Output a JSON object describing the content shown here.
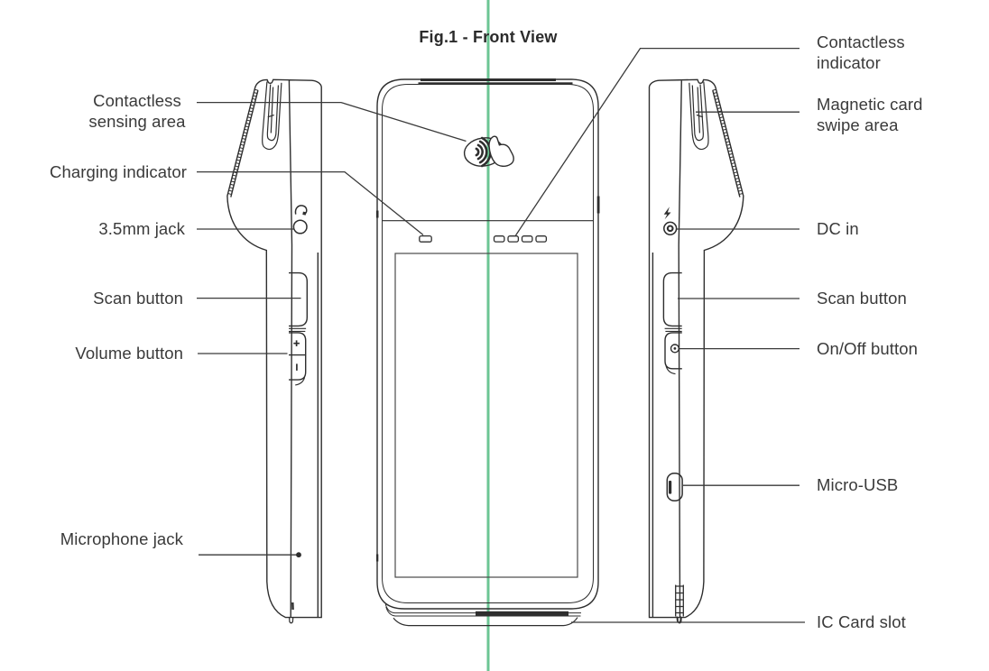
{
  "figure": {
    "title": "Fig.1 - Front View",
    "device": "handheld POS terminal",
    "views": [
      "left side view",
      "front view",
      "right side view"
    ]
  },
  "colors": {
    "centerline_green": "#6CC594",
    "line_art": "#2E2E2E",
    "label_text": "#3A3A3A",
    "background": "#FFFFFF"
  },
  "icons": {
    "contactless_logo": "contactless-payment-icon",
    "headset": "headset-jack-icon",
    "lightning": "dc-power-icon",
    "power": "power-button-icon",
    "plus": "volume-up-icon",
    "minus": "volume-down-icon"
  },
  "callouts": {
    "left": [
      {
        "id": "contactless-sensing-area",
        "text": "Contactless\nsensing area"
      },
      {
        "id": "charging-indicator",
        "text": "Charging indicator"
      },
      {
        "id": "jack-3-5mm",
        "text": "3.5mm jack"
      },
      {
        "id": "scan-button-left",
        "text": "Scan button"
      },
      {
        "id": "volume-button",
        "text": "Volume button"
      },
      {
        "id": "microphone-jack",
        "text": "Microphone jack"
      }
    ],
    "right": [
      {
        "id": "contactless-indicator",
        "text": "Contactless\nindicator"
      },
      {
        "id": "magnetic-card-swipe-area",
        "text": "Magnetic card\nswipe area"
      },
      {
        "id": "dc-in",
        "text": "DC in"
      },
      {
        "id": "scan-button-right",
        "text": "Scan button"
      },
      {
        "id": "on-off-button",
        "text": "On/Off button"
      },
      {
        "id": "micro-usb",
        "text": "Micro-USB"
      },
      {
        "id": "ic-card-slot",
        "text": "IC Card slot"
      }
    ]
  }
}
